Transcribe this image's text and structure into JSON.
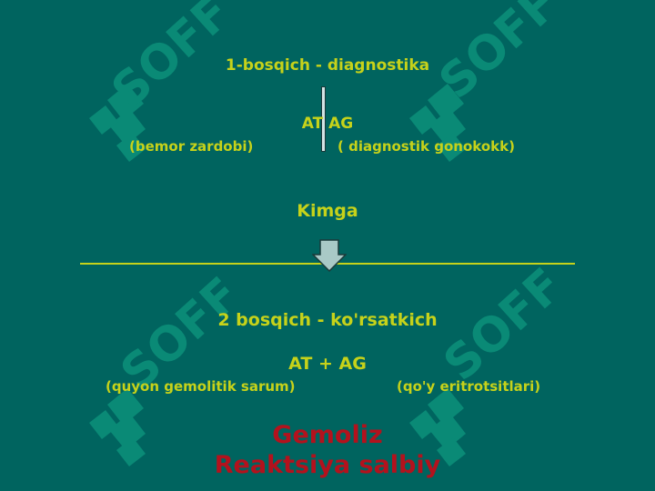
{
  "stage1": {
    "title": "1-bosqich - diagnostika",
    "reaction": "AT AG",
    "left_label": "(bemor zardobi)",
    "right_label": "( diagnostik gonokokk)"
  },
  "middle": {
    "label": "Kimga"
  },
  "stage2": {
    "title": "2 bosqich - ko'rsatkich",
    "reaction": "AT + AG",
    "left_label": "(quyon gemolitik sarum)",
    "right_label": "(qo'y eritrotsitlari)"
  },
  "result": {
    "line1": "Gemoliz",
    "line2": "Reaktsiya salbiy"
  },
  "watermark": {
    "text": "SOFF"
  },
  "colors": {
    "background": "#00645f",
    "text_accent": "#c6d21a",
    "result_text": "#b3121d",
    "watermark": "#0a8a76"
  }
}
